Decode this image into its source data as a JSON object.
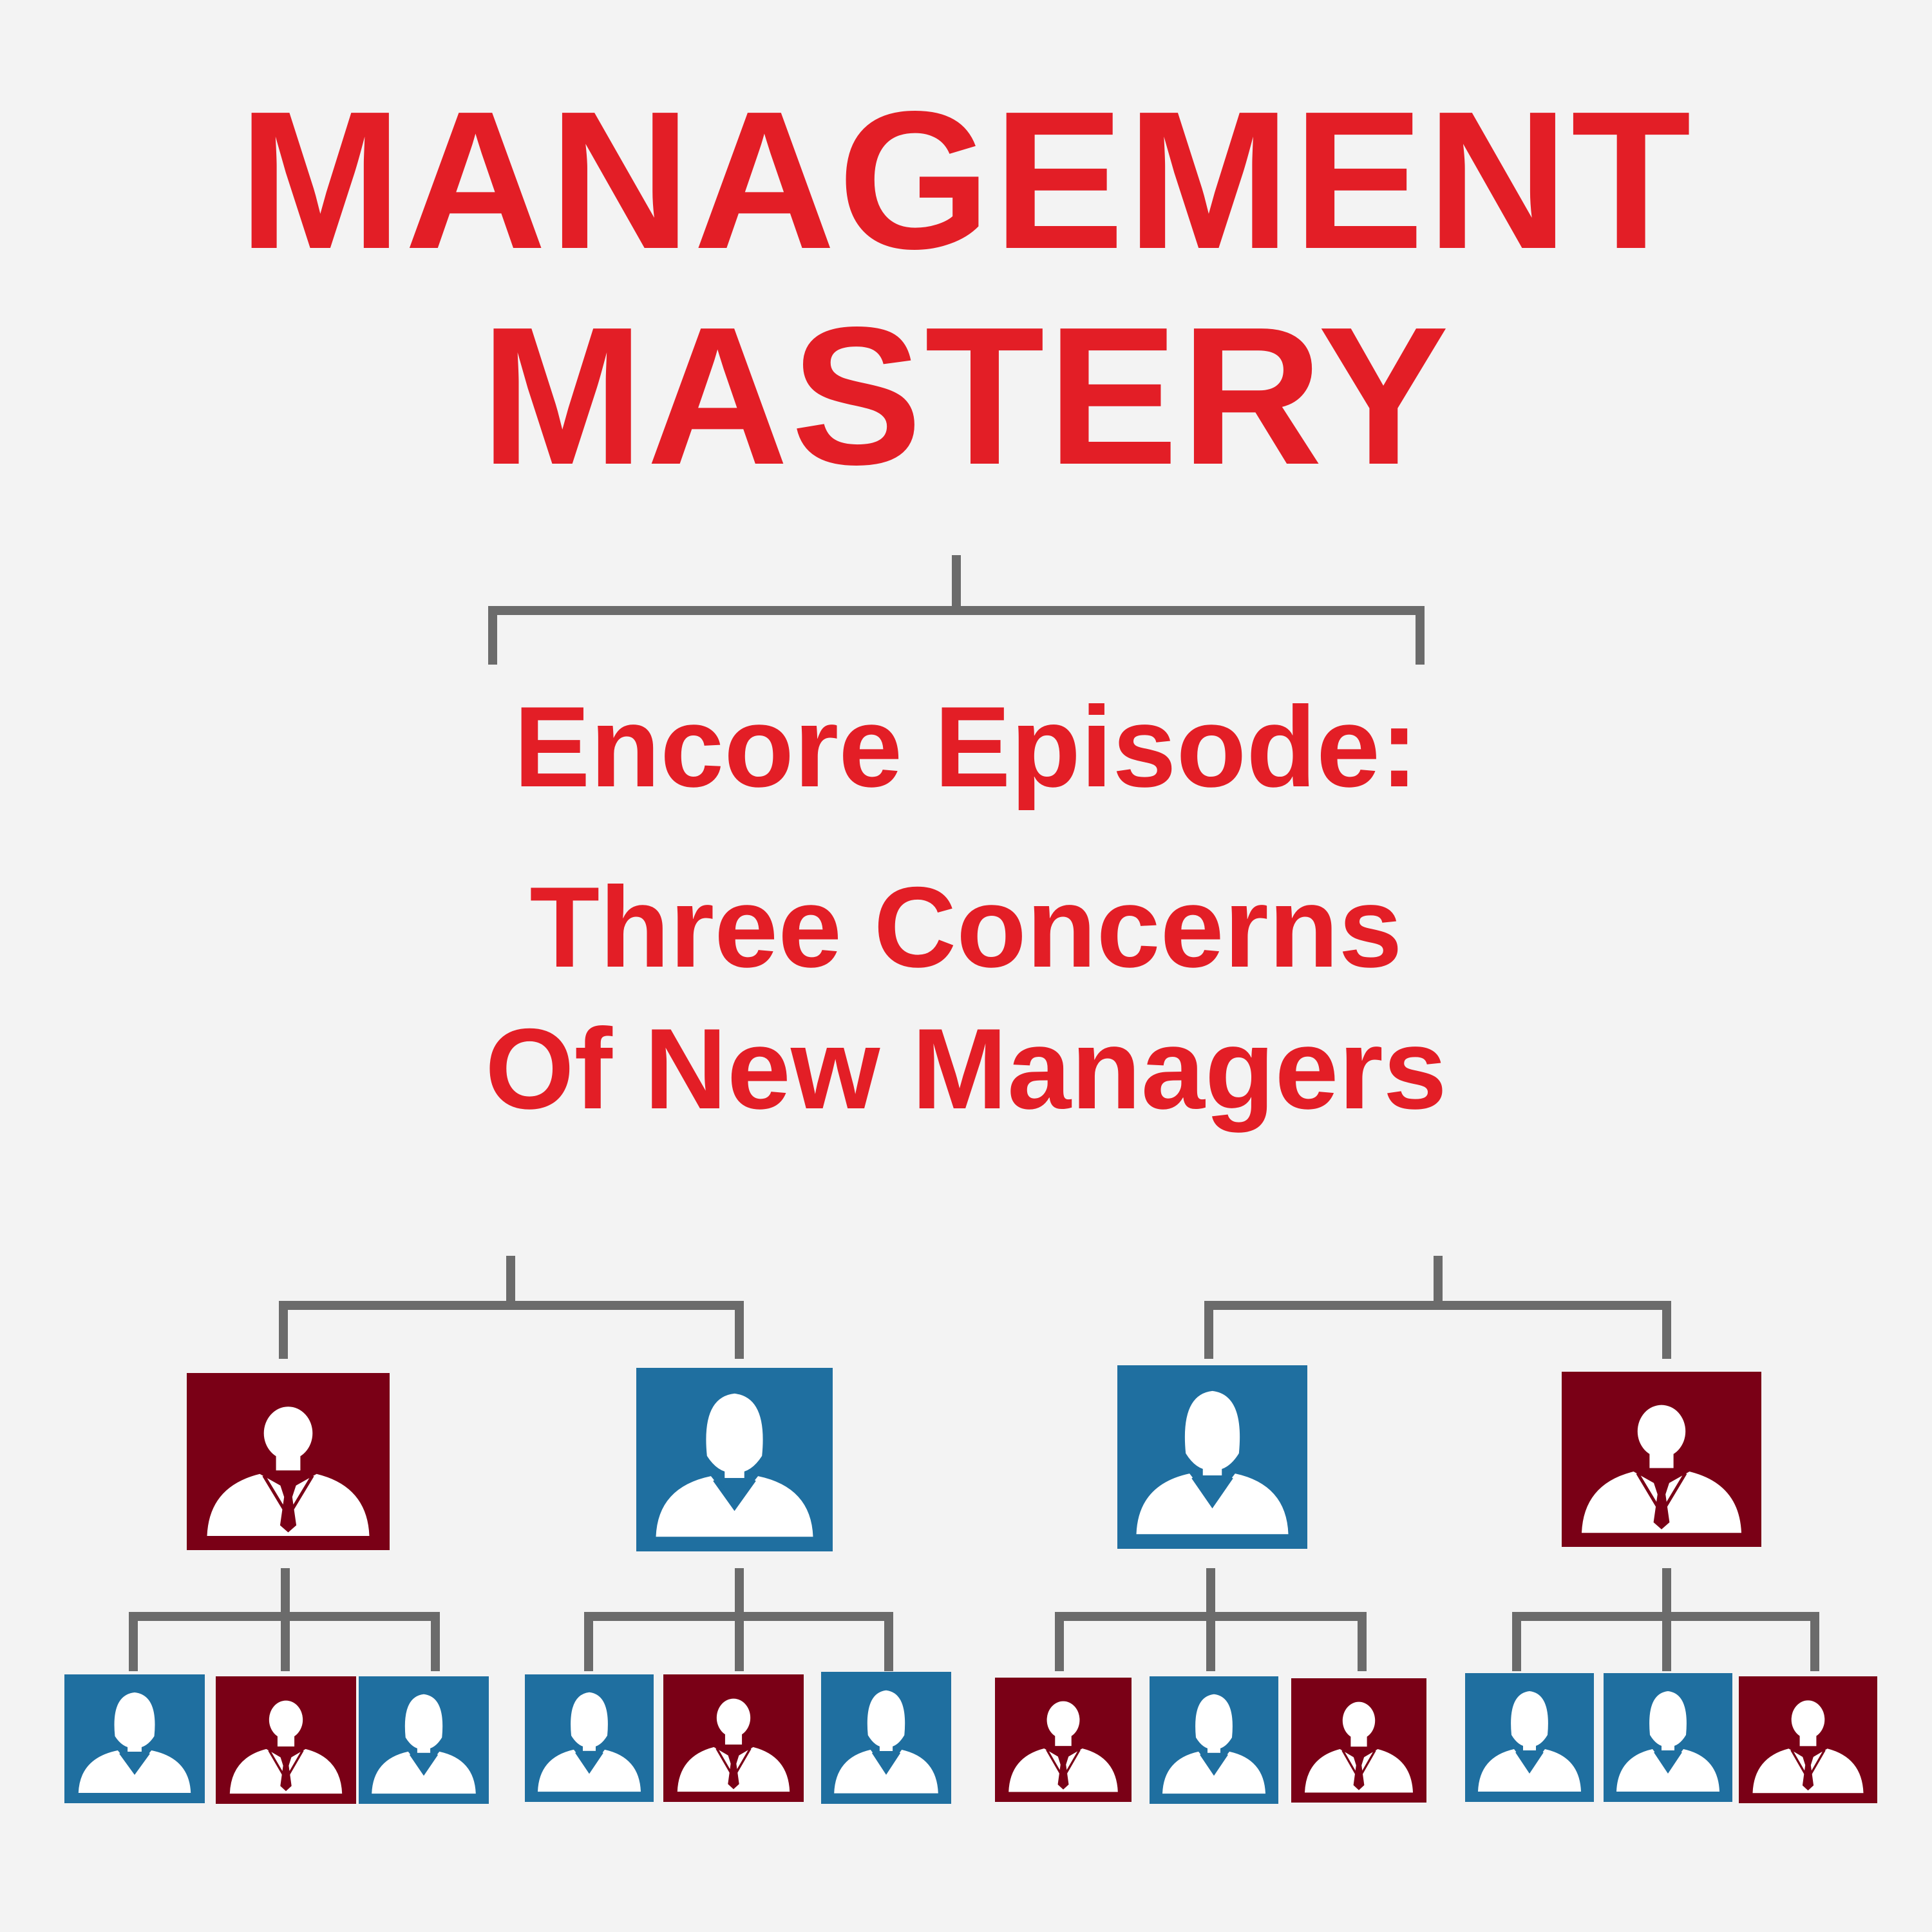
{
  "title": {
    "line1": "MANAGEMENT",
    "line2": "MASTERY"
  },
  "subtitle": "Encore Episode:",
  "topic": {
    "line1": "Three Concerns",
    "line2": "Of New Managers"
  },
  "colors": {
    "title_red": "#e31e26",
    "male_box": "#7a0016",
    "female_box": "#1f6fa0",
    "connector": "#6b6b6b",
    "background": "#f3f3f3"
  },
  "org_chart": {
    "managers": [
      "male",
      "female",
      "female",
      "male"
    ],
    "teams": [
      [
        "female",
        "male",
        "female"
      ],
      [
        "female",
        "male",
        "female"
      ],
      [
        "male",
        "female",
        "male"
      ],
      [
        "female",
        "female",
        "male"
      ]
    ]
  }
}
